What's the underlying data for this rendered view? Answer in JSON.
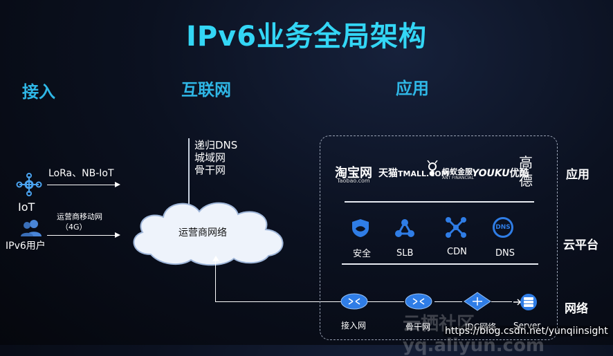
{
  "title": "IPv6业务全局架构",
  "headers": {
    "access": "接入",
    "internet": "互联网",
    "application": "应用"
  },
  "access": {
    "iot_label": "IoT",
    "user_label": "IPv6用户",
    "iot_link": "LoRa、NB-IoT",
    "mobile_link_line1": "运营商移动网",
    "mobile_link_line2": "（4G）"
  },
  "internet": {
    "items": [
      "递归DNS",
      "城域网",
      "骨干网"
    ],
    "cloud_label": "运营商网络"
  },
  "apps": {
    "row_label": "应用",
    "taobao": "淘宝网",
    "taobao_sub": "Taobao.com",
    "tmall_cn": "天猫",
    "tmall_en": "TMALL.COM",
    "ant_cn": "蚂蚁金服",
    "ant_en": "ANT FINANCIAL",
    "youku_en": "YOUKU",
    "youku_cn": "优酷",
    "gaode_1": "高",
    "gaode_2": "德"
  },
  "cloud_platform": {
    "row_label": "云平台",
    "items": [
      "安全",
      "SLB",
      "CDN",
      "DNS"
    ],
    "dns_badge": "DNS"
  },
  "network": {
    "row_label": "网络",
    "items": [
      "接入网",
      "骨干网",
      "IDC网络",
      "Server"
    ]
  },
  "watermark": "https://blog.csdn.net/yunqiinsight",
  "watermark_bg": "云栖社区 yq.aliyun.com",
  "colors": {
    "title": "#33d6f5",
    "heading": "#2fb7e6",
    "icon_blue": "#2f7de6"
  }
}
